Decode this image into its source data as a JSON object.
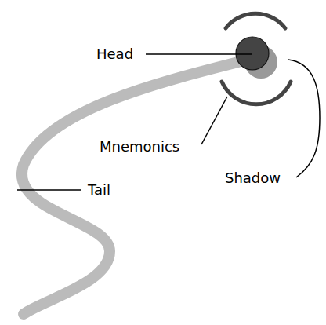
{
  "diagram": {
    "labels": [
      "Head",
      "Mnemonics",
      "Tail",
      "Shadow"
    ]
  }
}
